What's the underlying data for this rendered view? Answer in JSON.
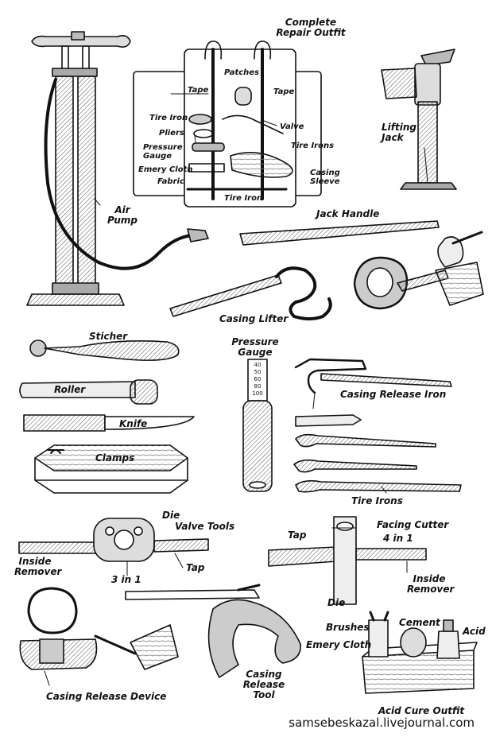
{
  "labels": {
    "complete_repair_outfit": "Complete Repair Outfit",
    "patches": "Patches",
    "tape_left": "Tape",
    "tape_right": "Tape",
    "tire_iron_left": "Tire Iron",
    "valve": "Valve",
    "pliers": "Pliers",
    "tire_irons_outfit": "Tire Irons",
    "pressure_gauge_outfit": "Pressure Gauge",
    "emery_cloth_outfit": "Emery Cloth",
    "fabric": "Fabric",
    "casing_sleeve": "Casing Sleeve",
    "tire_iron_bottom": "Tire Iron",
    "lifting_jack": "Lifting Jack",
    "air_pump": "Air Pump",
    "jack_handle": "Jack Handle",
    "casing_lifter": "Casing Lifter",
    "sticher": "Sticher",
    "roller": "Roller",
    "knife": "Knife",
    "clamps": "Clamps",
    "pressure_gauge": "Pressure Gauge",
    "gauge_scale": [
      "40",
      "50",
      "60",
      "80",
      "100"
    ],
    "casing_release_iron": "Casing Release Iron",
    "tire_irons": "Tire Irons",
    "die": "Die",
    "valve_tools": "Valve Tools",
    "inside_remover_left": "Inside Remover",
    "tap_left": "Tap",
    "three_in_one": "3 in 1",
    "tap_right": "Tap",
    "facing_cutter": "Facing Cutter",
    "four_in_one": "4 in 1",
    "inside_remover_right": "Inside Remover",
    "die_right": "Die",
    "brushes": "Brushes",
    "cement": "Cement",
    "acid": "Acid",
    "emery_cloth": "Emery Cloth",
    "casing_release_device": "Casing Release Device",
    "casing_release_tool": "Casing Release Tool",
    "acid_cure_outfit": "Acid Cure Outfit"
  },
  "watermark": "samsebeskazal.livejournal.com",
  "colors": {
    "ink": "#111111",
    "paper": "#ffffff",
    "shade": "#9a9a9a"
  }
}
